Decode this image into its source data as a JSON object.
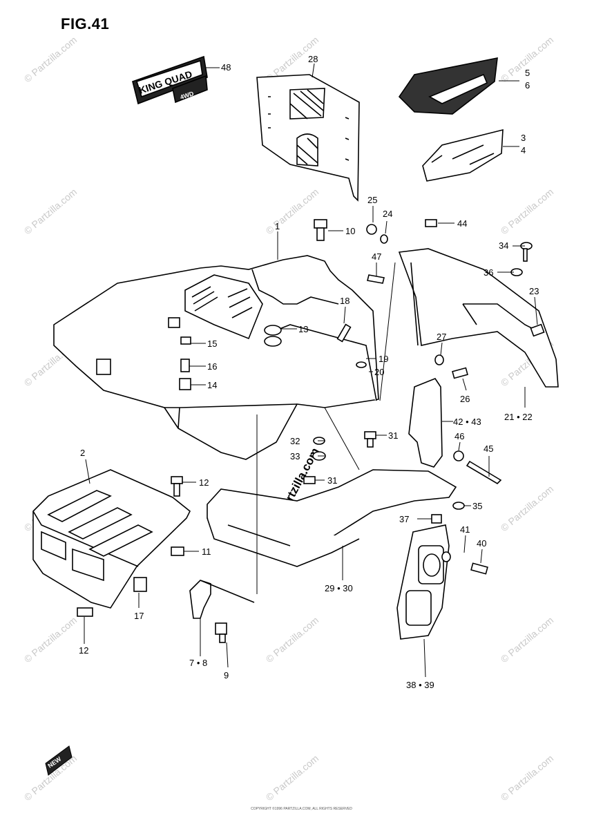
{
  "figure": {
    "title": "FIG.41",
    "watermark": "© Partzilla.com",
    "center_watermark": "© Partzilla.com",
    "copyright": "COPYRIGHT ©1996 PARTZILLA.COM, ALL RIGHTS RESERVED",
    "new_stamp": "NEW"
  },
  "decals": {
    "kingquad_label": "KING QUAD",
    "fourwd_label": "4WD"
  },
  "callouts": [
    {
      "id": "c48",
      "label": "48"
    },
    {
      "id": "c28",
      "label": "28"
    },
    {
      "id": "c5",
      "label": "5"
    },
    {
      "id": "c6",
      "label": "6"
    },
    {
      "id": "c3",
      "label": "3"
    },
    {
      "id": "c4",
      "label": "4"
    },
    {
      "id": "c25",
      "label": "25"
    },
    {
      "id": "c24",
      "label": "24"
    },
    {
      "id": "c44",
      "label": "44"
    },
    {
      "id": "c1",
      "label": "1"
    },
    {
      "id": "c10",
      "label": "10"
    },
    {
      "id": "c47",
      "label": "47"
    },
    {
      "id": "c34",
      "label": "34"
    },
    {
      "id": "c36",
      "label": "36"
    },
    {
      "id": "c23",
      "label": "23"
    },
    {
      "id": "c18",
      "label": "18"
    },
    {
      "id": "c13",
      "label": "13"
    },
    {
      "id": "c15",
      "label": "15"
    },
    {
      "id": "c16",
      "label": "16"
    },
    {
      "id": "c14",
      "label": "14"
    },
    {
      "id": "c27",
      "label": "27"
    },
    {
      "id": "c19",
      "label": "19"
    },
    {
      "id": "c20",
      "label": "20"
    },
    {
      "id": "c26",
      "label": "26"
    },
    {
      "id": "c4243",
      "label": "42 • 43"
    },
    {
      "id": "c2122",
      "label": "21 • 22"
    },
    {
      "id": "c32",
      "label": "32"
    },
    {
      "id": "c31a",
      "label": "31"
    },
    {
      "id": "c33",
      "label": "33"
    },
    {
      "id": "c46",
      "label": "46"
    },
    {
      "id": "c45",
      "label": "45"
    },
    {
      "id": "c2",
      "label": "2"
    },
    {
      "id": "c12a",
      "label": "12"
    },
    {
      "id": "c31b",
      "label": "31"
    },
    {
      "id": "c35",
      "label": "35"
    },
    {
      "id": "c37",
      "label": "37"
    },
    {
      "id": "c11",
      "label": "11"
    },
    {
      "id": "c41",
      "label": "41"
    },
    {
      "id": "c40",
      "label": "40"
    },
    {
      "id": "c2930",
      "label": "29 • 30"
    },
    {
      "id": "c17",
      "label": "17"
    },
    {
      "id": "c12b",
      "label": "12"
    },
    {
      "id": "c78",
      "label": "7 • 8"
    },
    {
      "id": "c9",
      "label": "9"
    },
    {
      "id": "c3839",
      "label": "38 • 39"
    }
  ]
}
